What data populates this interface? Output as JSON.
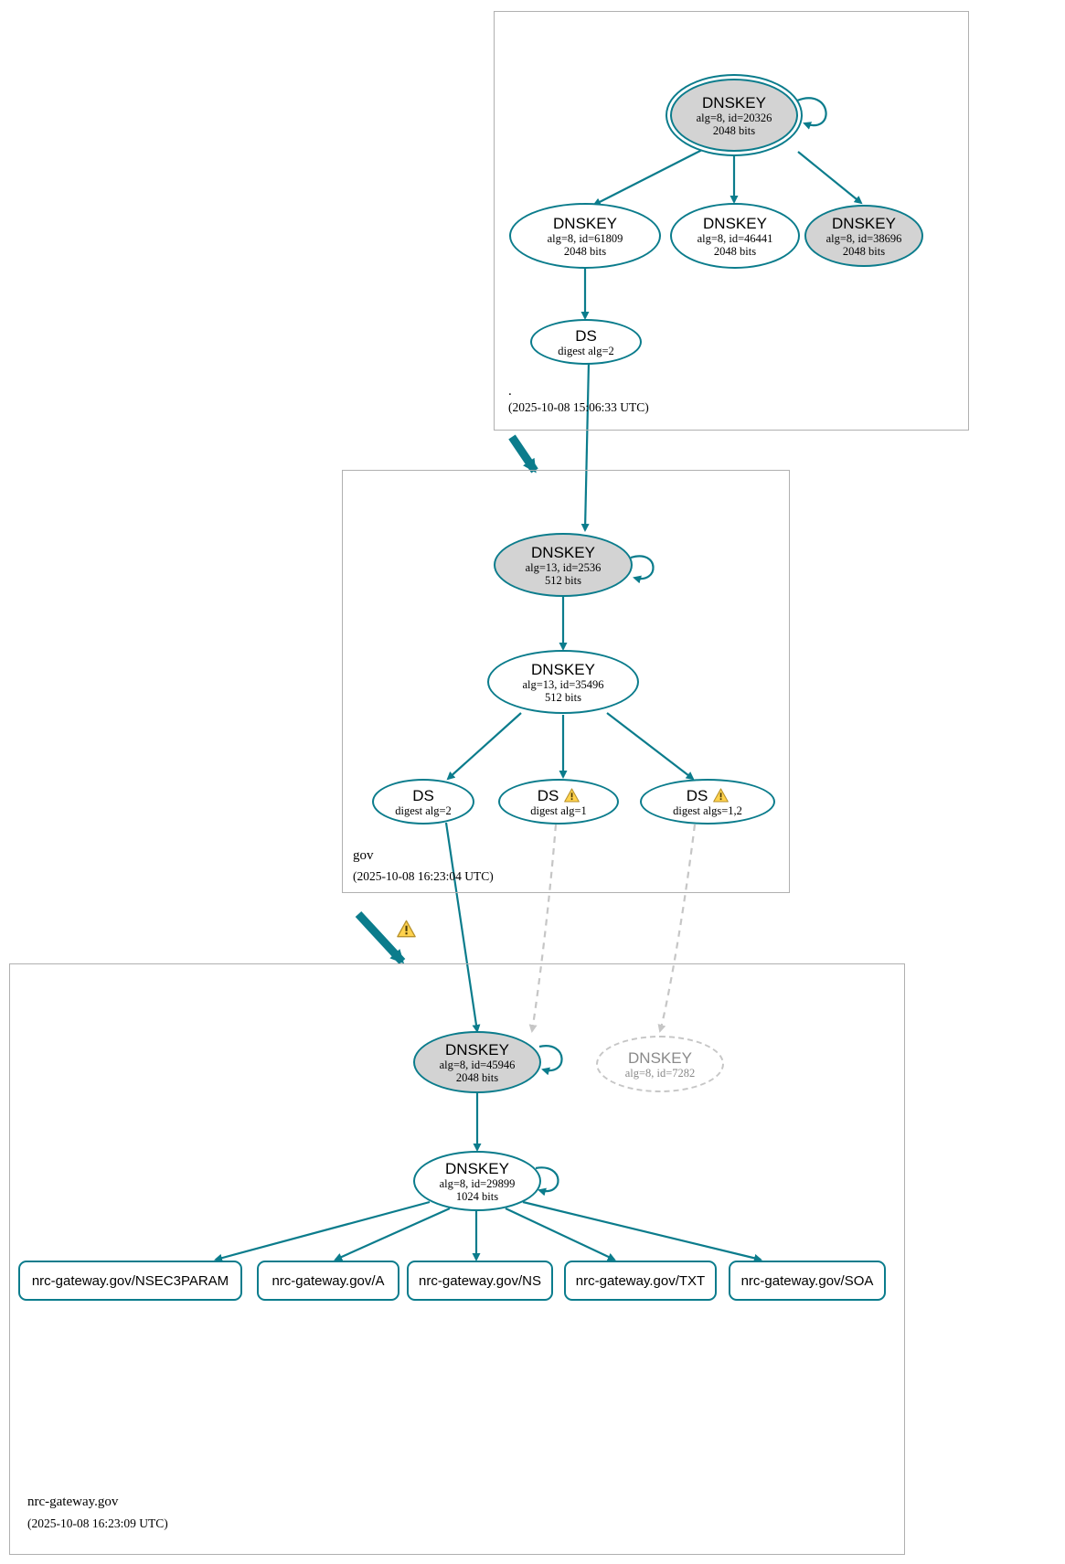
{
  "diagram": {
    "type": "dnssec-authentication-chain",
    "accent_color": "#0b7c8c",
    "shaded_color": "#d3d3d3",
    "warning_color": "#ffd24d",
    "insecure_color": "#c6c6c6"
  },
  "zones": [
    {
      "name": "root",
      "label": ".",
      "timestamp": "(2025-10-08 15:06:33 UTC)"
    },
    {
      "name": "gov",
      "label": "gov",
      "timestamp": "(2025-10-08 16:23:04 UTC)"
    },
    {
      "name": "nrc-gateway-gov",
      "label": "nrc-gateway.gov",
      "timestamp": "(2025-10-08 16:23:09 UTC)"
    }
  ],
  "nodes": {
    "root_ksk_20326": {
      "title": "DNSKEY",
      "alg": "alg=8, id=20326",
      "bits": "2048 bits"
    },
    "root_zsk_61809": {
      "title": "DNSKEY",
      "alg": "alg=8, id=61809",
      "bits": "2048 bits"
    },
    "root_zsk_46441": {
      "title": "DNSKEY",
      "alg": "alg=8, id=46441",
      "bits": "2048 bits"
    },
    "root_zsk_38696": {
      "title": "DNSKEY",
      "alg": "alg=8, id=38696",
      "bits": "2048 bits"
    },
    "root_ds_gov": {
      "title": "DS",
      "sub": "digest alg=2"
    },
    "gov_ksk_2536": {
      "title": "DNSKEY",
      "alg": "alg=13, id=2536",
      "bits": "512 bits"
    },
    "gov_zsk_35496": {
      "title": "DNSKEY",
      "alg": "alg=13, id=35496",
      "bits": "512 bits"
    },
    "gov_ds_alg2": {
      "title": "DS",
      "sub": "digest alg=2",
      "warning": false
    },
    "gov_ds_alg1": {
      "title": "DS",
      "sub": "digest alg=1",
      "warning": true
    },
    "gov_ds_alg12": {
      "title": "DS",
      "sub": "digest algs=1,2",
      "warning": true
    },
    "z_ksk_45946": {
      "title": "DNSKEY",
      "alg": "alg=8, id=45946",
      "bits": "2048 bits"
    },
    "z_key_7282": {
      "title": "DNSKEY",
      "alg": "alg=8, id=7282"
    },
    "z_zsk_29899": {
      "title": "DNSKEY",
      "alg": "alg=8, id=29899",
      "bits": "1024 bits"
    }
  },
  "rrsets": [
    {
      "label": "nrc-gateway.gov/NSEC3PARAM"
    },
    {
      "label": "nrc-gateway.gov/A"
    },
    {
      "label": "nrc-gateway.gov/NS"
    },
    {
      "label": "nrc-gateway.gov/TXT"
    },
    {
      "label": "nrc-gateway.gov/SOA"
    }
  ],
  "icons": {
    "warning": "warning-triangle-icon"
  }
}
